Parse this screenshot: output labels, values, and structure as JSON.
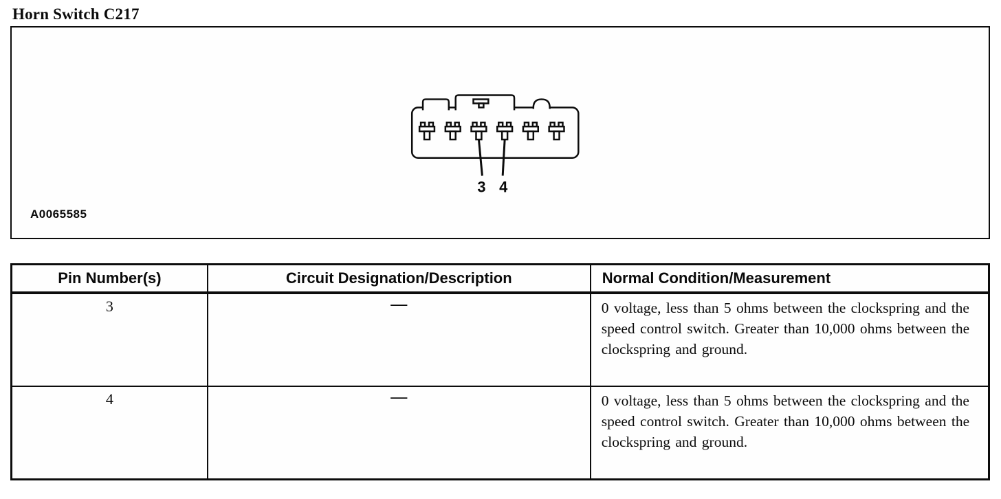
{
  "page": {
    "title": "Horn Switch C217"
  },
  "figure": {
    "id_label": "A0065585",
    "diagram_name": "horn-switch-connector",
    "pin_labels": [
      "3",
      "4"
    ]
  },
  "table": {
    "headers": [
      "Pin Number(s)",
      "Circuit Designation/Description",
      "Normal Condition/Measurement"
    ],
    "rows": [
      {
        "pin": "3",
        "circuit": "—",
        "condition": "0 voltage, less than 5 ohms between the clockspring and the speed control switch. Greater than 10,000 ohms between the clockspring and ground."
      },
      {
        "pin": "4",
        "circuit": "—",
        "condition": "0 voltage, less than 5 ohms between the clockspring and the speed control switch. Greater than 10,000 ohms between the clockspring and ground."
      }
    ]
  }
}
